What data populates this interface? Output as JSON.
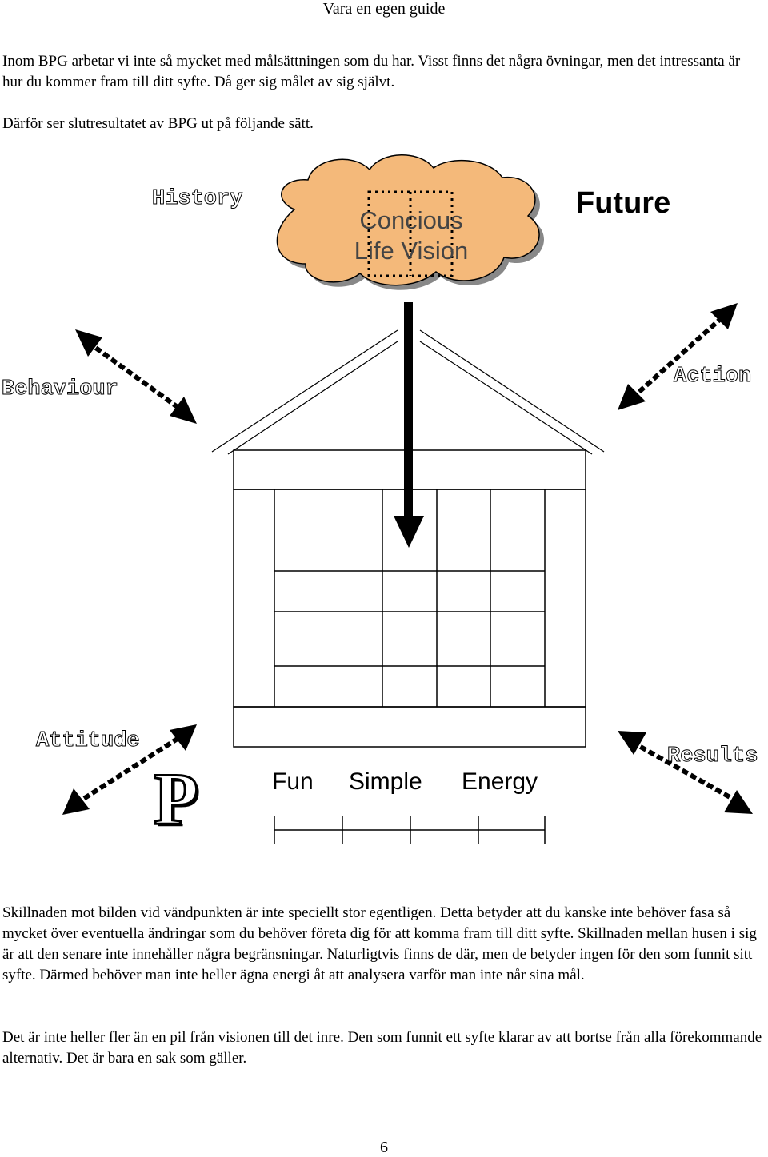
{
  "header": {
    "title": "Vara en egen guide"
  },
  "intro": {
    "paragraph1": "Inom BPG arbetar vi inte så mycket med målsättningen som du har. Visst finns det några övningar, men det intressanta är hur du kommer fram till ditt syfte. Då ger sig målet av sig självt.",
    "paragraph2": "Därför ser slutresultatet av BPG ut på följande sätt."
  },
  "diagram": {
    "history": "History",
    "future": "Future",
    "vision_line1": "Concious",
    "vision_line2": "Life Vision",
    "behaviour": "Behaviour",
    "action": "Action",
    "attitude": "Attitude",
    "results": "Results",
    "logo_letter": "P",
    "fun": "Fun",
    "simple": "Simple",
    "energy": "Energy"
  },
  "body": {
    "paragraph1": "Skillnaden mot bilden vid vändpunkten är inte speciellt stor egentligen. Detta betyder att du kanske inte behöver fasa så mycket över eventuella ändringar som du behöver företa dig för att komma fram till ditt syfte. Skillnaden mellan husen i sig är att den senare inte innehåller några begränsningar. Naturligtvis finns de där, men de betyder ingen för den som funnit sitt syfte. Därmed behöver man inte heller ägna energi åt att analysera varför man inte når sina mål.",
    "paragraph2": "Det är inte heller fler än en pil från visionen till det inre. Den som funnit ett syfte klarar av att bortse från alla förekommande alternativ. Det är bara en sak som gäller."
  },
  "footer": {
    "page_number": "6"
  },
  "colors": {
    "cloud_fill": "#f4b97a",
    "cloud_shadow": "#888888",
    "ink": "#000000"
  }
}
